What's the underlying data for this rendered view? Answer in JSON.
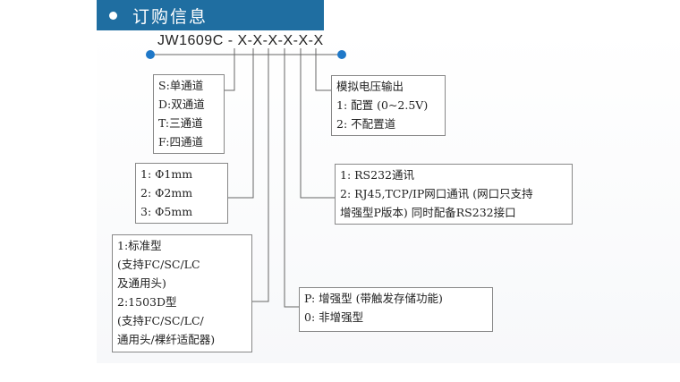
{
  "header": {
    "title": "订购信息"
  },
  "model": {
    "prefix": "JW1609C",
    "sep1": " - ",
    "code": "X-X-X-X-X-X"
  },
  "boxes": {
    "channels": [
      "S:单通道",
      "D:双通道",
      "T:三通道",
      "F:四通道"
    ],
    "diameter": [
      "1:  Φ1mm",
      "2:  Φ2mm",
      "3:  Φ5mm"
    ],
    "type": [
      "1:标准型",
      "(支持FC/SC/LC",
      "  及通用头)",
      "2:1503D型",
      "(支持FC/SC/LC/",
      "  通用头/裸纤适配器)"
    ],
    "analog": [
      "模拟电压输出",
      "1: 配置 (0~2.5V)",
      "2: 不配置道"
    ],
    "comm": [
      "1: RS232通讯",
      "2: RJ45,TCP/IP网口通讯 (网口只支持",
      "增强型P版本) 同时配备RS232接口"
    ],
    "enhance": [
      "P: 增强型 (带触发存储功能)",
      "0: 非增强型"
    ]
  },
  "colors": {
    "header_bg": "#1f6ea1",
    "dot": "#1f78c8",
    "line": "#666666"
  }
}
